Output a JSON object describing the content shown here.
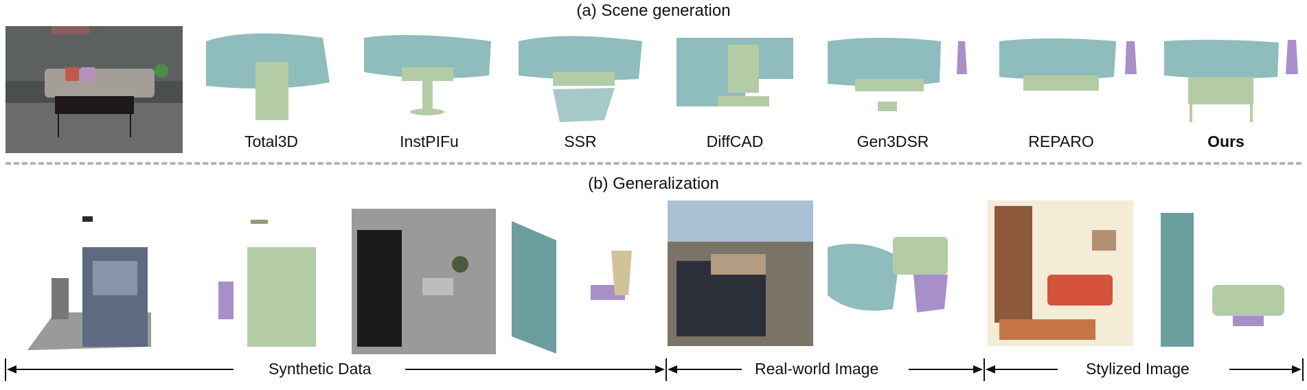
{
  "section_a": {
    "title": "(a) Scene generation",
    "methods": [
      "Total3D",
      "InstPIFu",
      "SSR",
      "DiffCAD",
      "Gen3DSR",
      "REPARO",
      "Ours"
    ]
  },
  "section_b": {
    "title": "(b) Generalization",
    "groups": [
      "Synthetic Data",
      "Real-world Image",
      "Stylized Image"
    ]
  },
  "colors": {
    "teal": "#8fbcbc",
    "sage": "#b4cca6",
    "purple": "#a98fc7",
    "dark_photo": "#3b3b3b"
  }
}
